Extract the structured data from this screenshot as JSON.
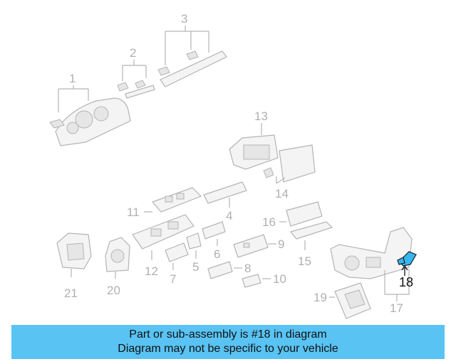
{
  "diagram": {
    "labels": {
      "p1": "1",
      "p2": "2",
      "p3": "3",
      "p4": "4",
      "p5": "5",
      "p6": "6",
      "p7": "7",
      "p8": "8",
      "p9": "9",
      "p10": "10",
      "p11": "11",
      "p12": "12",
      "p13": "13",
      "p14": "14",
      "p15": "15",
      "p16": "16",
      "p17": "17",
      "p18": "18",
      "p19": "19",
      "p20": "20",
      "p21": "21"
    },
    "highlighted_part": "18",
    "colors": {
      "highlight": "#36b5ee",
      "parts": "#b4b4b4",
      "banner": "#59c3f3"
    }
  },
  "banner": {
    "line1": "Part or sub-assembly is #18 in diagram",
    "line2": "Diagram may not be specific to your vehicle"
  }
}
